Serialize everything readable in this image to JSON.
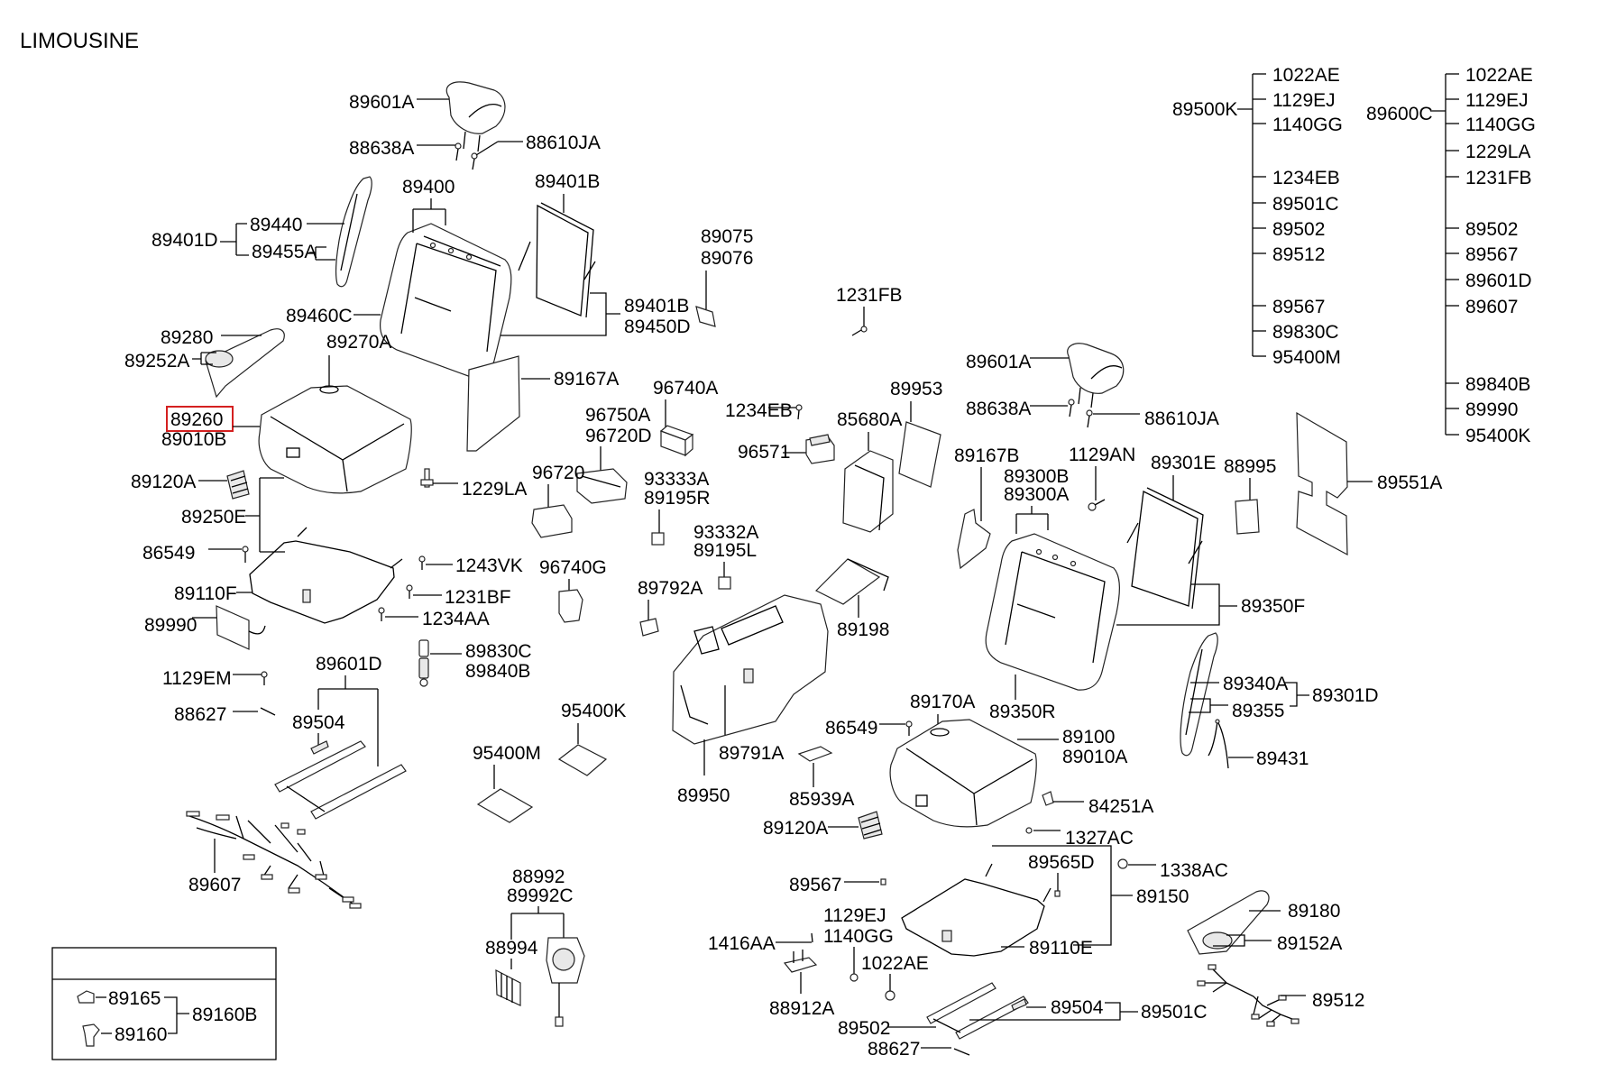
{
  "title": "LIMOUSINE",
  "highlighted_part": "89260",
  "highlight_color": "#d42020",
  "labels": {
    "p89601A_l": "89601A",
    "p88638A_l": "88638A",
    "p88610JA_l": "88610JA",
    "p89400": "89400",
    "p89401B_top": "89401B",
    "p89401D": "89401D",
    "p89440": "89440",
    "p89455A": "89455A",
    "p89460C": "89460C",
    "p89401B_r": "89401B",
    "p89450D": "89450D",
    "p89280": "89280",
    "p89252A": "89252A",
    "p89270A": "89270A",
    "p89167A": "89167A",
    "p89260": "89260",
    "p89010B": "89010B",
    "p89120A_l": "89120A",
    "p1229LA": "1229LA",
    "p89250E": "89250E",
    "p86549_l": "86549",
    "p1243VK": "1243VK",
    "p89110F": "89110F",
    "p1231BF": "1231BF",
    "p89990": "89990",
    "p1234AA": "1234AA",
    "p89830C": "89830C",
    "p89840B": "89840B",
    "p1129EM": "1129EM",
    "p89601D": "89601D",
    "p88627_l": "88627",
    "p89504_l": "89504",
    "p89607": "89607",
    "p89075": "89075",
    "p89076": "89076",
    "p1231FB": "1231FB",
    "p96740A": "96740A",
    "p1234EB": "1234EB",
    "p96750A": "96750A",
    "p96720D": "96720D",
    "p96571": "96571",
    "p96720": "96720",
    "p93333A": "93333A",
    "p89195R": "89195R",
    "p93332A": "93332A",
    "p89195L": "89195L",
    "p96740G": "96740G",
    "p89792A": "89792A",
    "p95400K": "95400K",
    "p95400M": "95400M",
    "p89950": "89950",
    "p89791A": "89791A",
    "p85939A": "85939A",
    "p89198": "89198",
    "p89953": "89953",
    "p85680A": "85680A",
    "p88992": "88992",
    "p89992C": "89992C",
    "p88994": "88994",
    "p89601A_r": "89601A",
    "p88638A_r": "88638A",
    "p88610JA_r": "88610JA",
    "p89167B": "89167B",
    "p1129AN": "1129AN",
    "p89300B": "89300B",
    "p89300A": "89300A",
    "p89301E": "89301E",
    "p88995": "88995",
    "p89551A": "89551A",
    "p89350F": "89350F",
    "p89340A": "89340A",
    "p89355": "89355",
    "p89301D": "89301D",
    "p89431": "89431",
    "p89350R": "89350R",
    "p89170A": "89170A",
    "p86549_r": "86549",
    "p89100": "89100",
    "p89010A": "89010A",
    "p84251A": "84251A",
    "p89120A_r": "89120A",
    "p1327AC": "1327AC",
    "p1338AC": "1338AC",
    "p89565D": "89565D",
    "p89567": "89567",
    "p89150": "89150",
    "p1129EJ": "1129EJ",
    "p1140GG": "1140GG",
    "p1416AA": "1416AA",
    "p1022AE": "1022AE",
    "p89110E": "89110E",
    "p88912A": "88912A",
    "p89502": "89502",
    "p89504_r": "89504",
    "p89501C": "89501C",
    "p88627_r": "88627",
    "p89180": "89180",
    "p89152A": "89152A",
    "p89512": "89512"
  },
  "kit_89500K": {
    "parent": "89500K",
    "children": [
      "1022AE",
      "1129EJ",
      "1140GG",
      "1234EB",
      "89501C",
      "89502",
      "89512",
      "89567",
      "89830C",
      "95400M"
    ]
  },
  "kit_89600C": {
    "parent": "89600C",
    "children": [
      "1022AE",
      "1129EJ",
      "1140GG",
      "1229LA",
      "1231FB",
      "89502",
      "89567",
      "89601D",
      "89607",
      "89840B",
      "89990",
      "95400K"
    ]
  },
  "inset": {
    "parent": "89160B",
    "children": [
      "89165",
      "89160"
    ]
  }
}
